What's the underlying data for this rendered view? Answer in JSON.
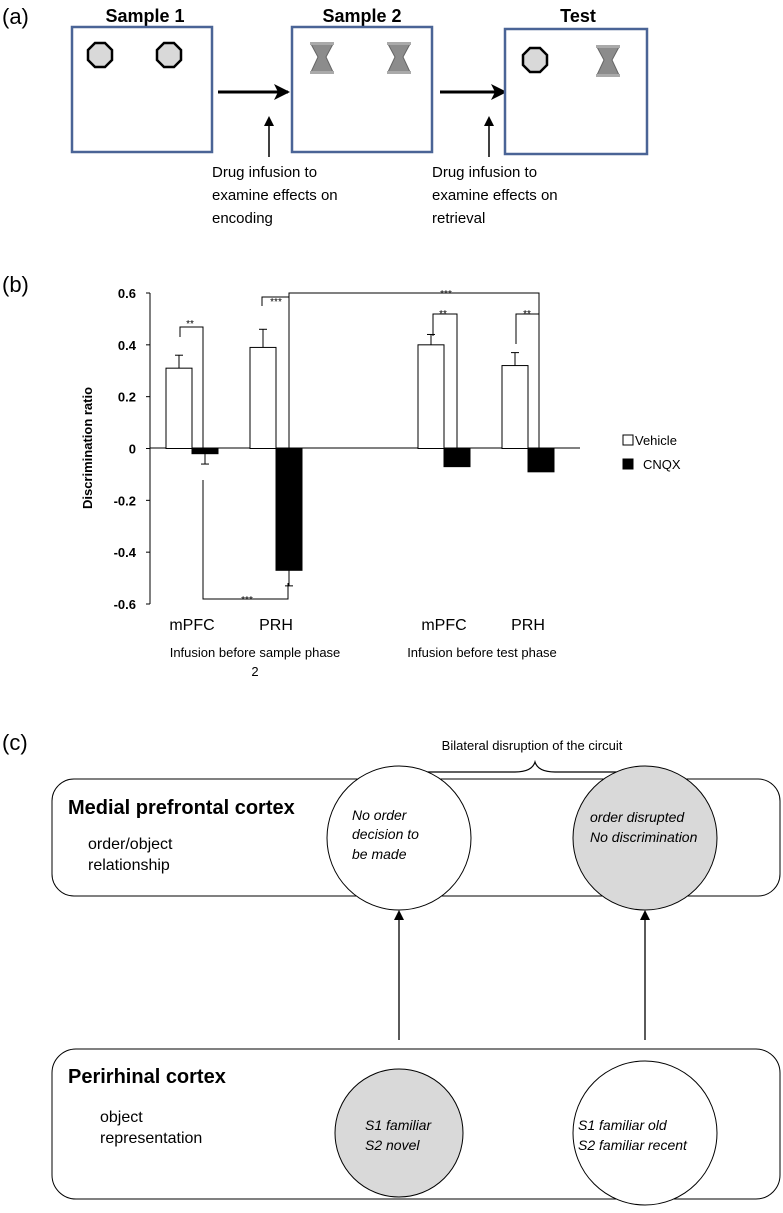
{
  "panel_a": {
    "label": "(a)",
    "boxes": [
      {
        "title": "Sample 1",
        "objects": [
          "octagon-icon",
          "octagon-icon"
        ]
      },
      {
        "title": "Sample 2",
        "objects": [
          "hourglass-icon",
          "hourglass-icon"
        ]
      },
      {
        "title": "Test",
        "objects": [
          "octagon-icon",
          "hourglass-icon"
        ]
      }
    ],
    "notes": [
      [
        "Drug infusion to",
        "examine effects on",
        "encoding"
      ],
      [
        "Drug infusion to",
        "examine effects on",
        "retrieval"
      ]
    ],
    "colors": {
      "box_border": "#4a6496",
      "object_fill": "#d9d9d9",
      "hourglass": "#8c8c8c"
    }
  },
  "panel_b": {
    "label": "(b)",
    "chart_data": {
      "type": "bar",
      "ylabel": "Discrimination ratio",
      "ylim": [
        -0.6,
        0.6
      ],
      "yticks": [
        "0.6",
        "0.4",
        "0.2",
        "0",
        "-0.2",
        "-0.4",
        "-0.6"
      ],
      "ytick_values": [
        0.6,
        0.4,
        0.2,
        0,
        -0.2,
        -0.4,
        -0.6
      ],
      "categories": [
        "mPFC",
        "PRH",
        "mPFC",
        "PRH"
      ],
      "groups": [
        [
          "Infusion before sample phase",
          "2"
        ],
        [
          "Infusion before test phase"
        ]
      ],
      "series": [
        {
          "name": "Vehicle",
          "color": "#ffffff",
          "values": [
            0.31,
            0.39,
            0.4,
            0.32
          ],
          "errors": [
            0.05,
            0.07,
            0.04,
            0.05
          ]
        },
        {
          "name": "CNQX",
          "color": "#000000",
          "values": [
            -0.02,
            -0.47,
            -0.07,
            -0.09
          ],
          "errors": [
            0.04,
            0.06,
            0.0,
            0.0
          ]
        }
      ],
      "significance": [
        {
          "label": "**",
          "between": "mPFC Vehicle vs CNQX (sample)"
        },
        {
          "label": "***",
          "between": "PRH Vehicle vs CNQX (sample)"
        },
        {
          "label": "***",
          "between": "PRH CNQX (sample) vs PRH CNQX (test)"
        },
        {
          "label": "**",
          "between": "mPFC Vehicle vs CNQX (test)"
        },
        {
          "label": "**",
          "between": "PRH Vehicle vs CNQX (test)"
        },
        {
          "label": "***",
          "between": "mPFC CNQX vs PRH CNQX (sample)"
        }
      ],
      "legend_position": "right"
    }
  },
  "panel_c": {
    "label": "(c)",
    "brace_label": "Bilateral disruption of the circuit",
    "top_region": {
      "title": "Medial prefrontal cortex",
      "subtitle": [
        "order/object",
        "relationship"
      ],
      "circles": [
        {
          "lines": [
            "No order",
            "decision to",
            "be made"
          ],
          "fill": "#ffffff"
        },
        {
          "lines": [
            "order disrupted",
            "No discrimination"
          ],
          "fill": "#d9d9d9"
        }
      ]
    },
    "bottom_region": {
      "title": "Perirhinal cortex",
      "subtitle": [
        "object",
        "representation"
      ],
      "circles": [
        {
          "lines": [
            "S1 familiar",
            "S2 novel"
          ],
          "fill": "#d9d9d9"
        },
        {
          "lines": [
            "S1 familiar old",
            "S2 familiar recent"
          ],
          "fill": "#ffffff"
        }
      ]
    }
  }
}
